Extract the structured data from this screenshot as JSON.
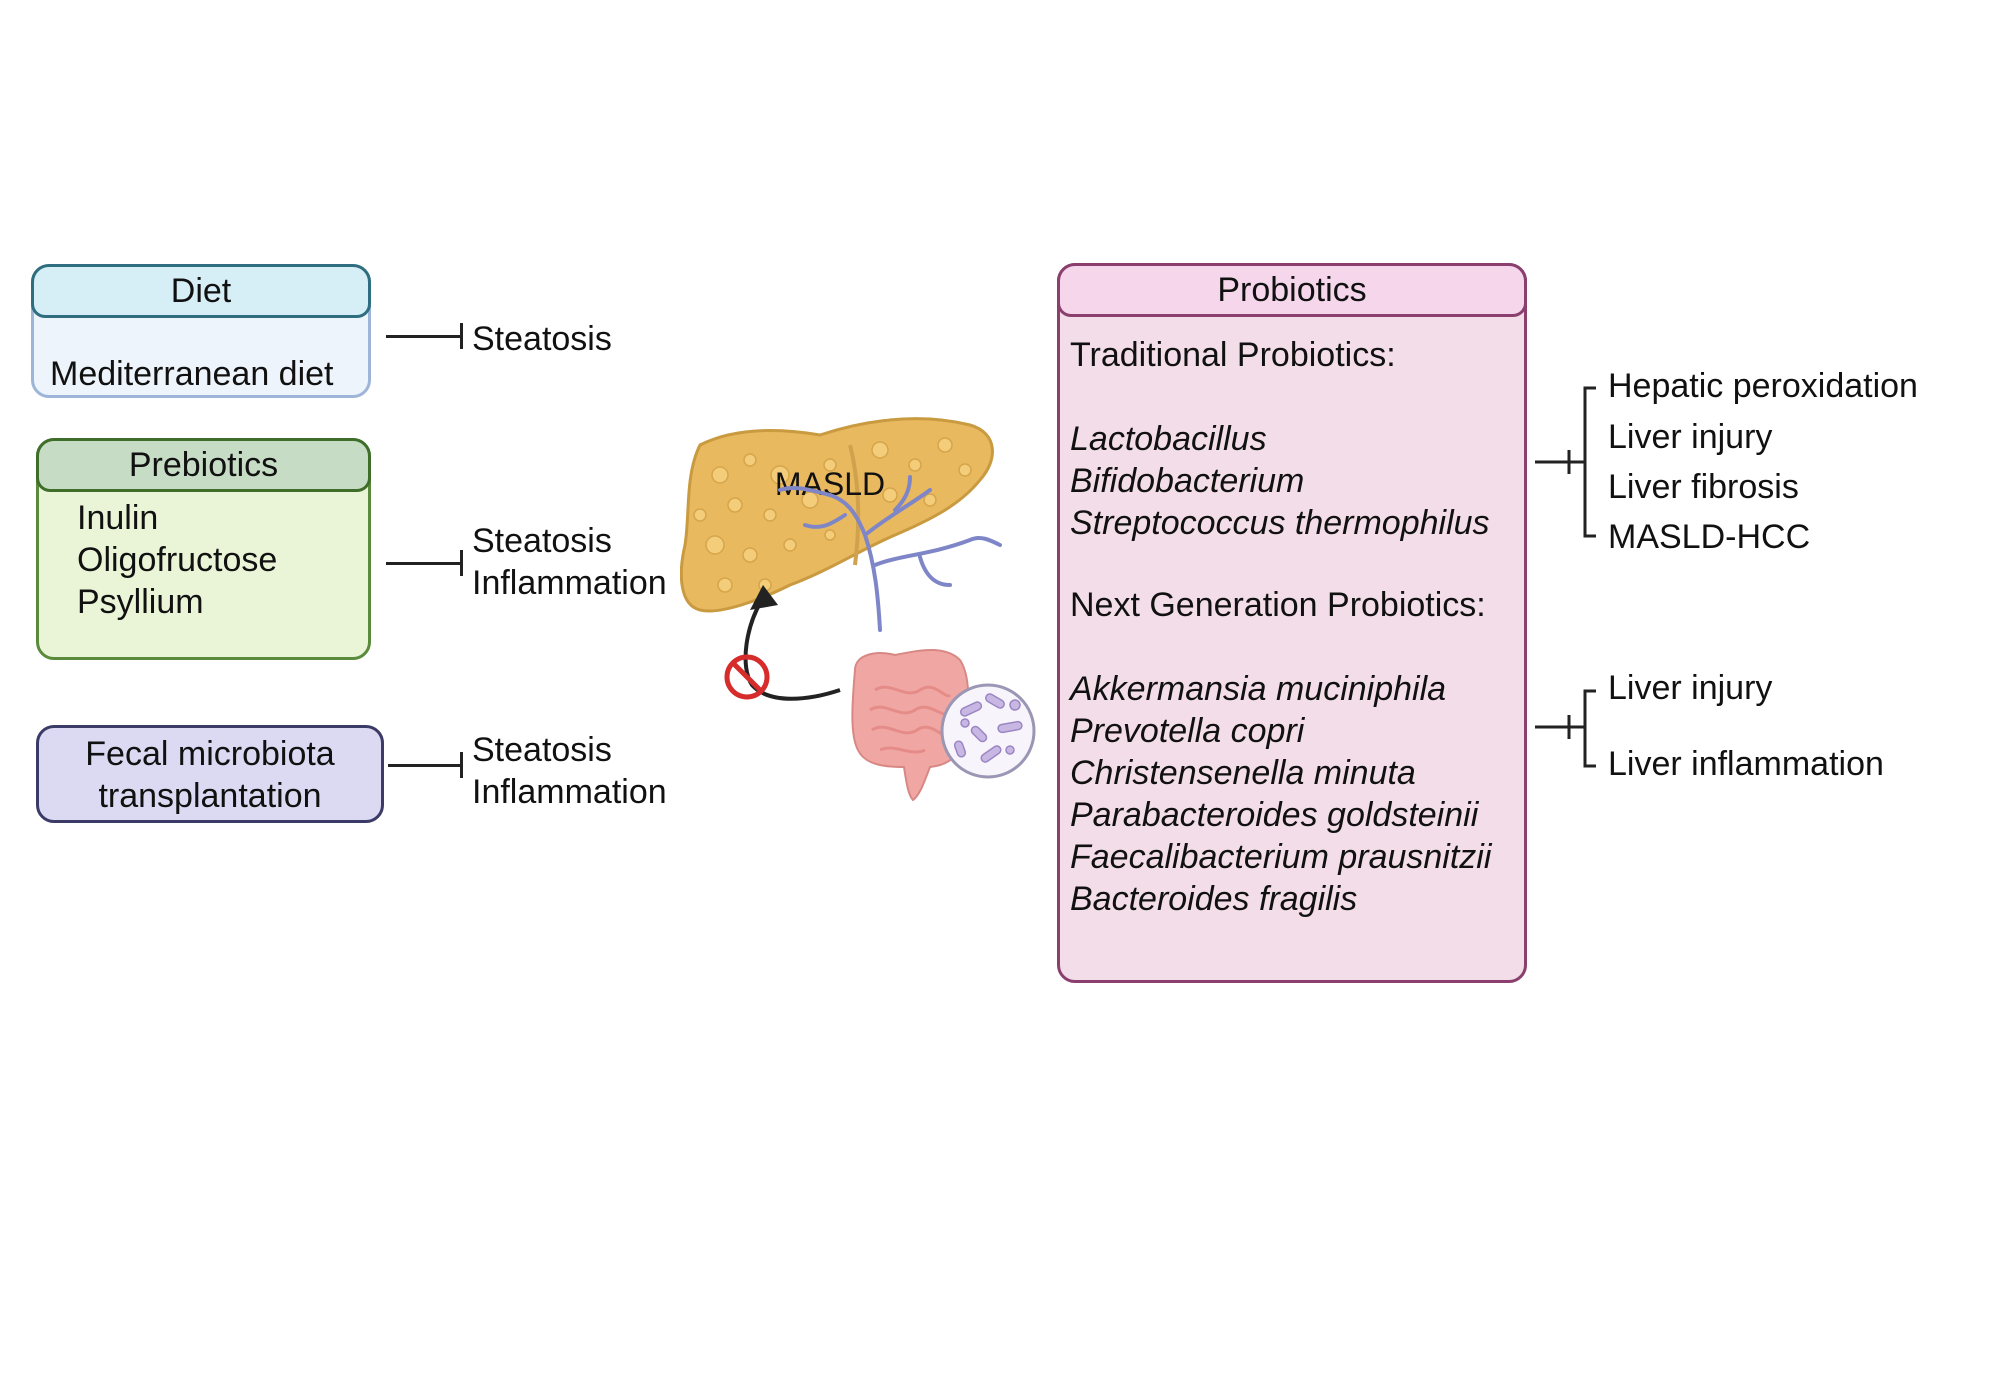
{
  "diet": {
    "title": "Diet",
    "items": [
      "Mediterranean diet"
    ],
    "effects": [
      "Steatosis"
    ]
  },
  "prebiotics": {
    "title": "Prebiotics",
    "items": [
      "Inulin",
      "Oligofructose",
      "Psyllium"
    ],
    "effects": [
      "Steatosis",
      "Inflammation"
    ]
  },
  "fmt": {
    "title_lines": [
      "Fecal microbiota",
      "transplantation"
    ],
    "effects": [
      "Steatosis",
      "Inflammation"
    ]
  },
  "center": {
    "liver_label": "MASLD"
  },
  "probiotics": {
    "title": "Probiotics",
    "traditional_heading": "Traditional Probiotics:",
    "traditional": [
      "Lactobacillus",
      "Bifidobacterium",
      "Streptococcus thermophilus"
    ],
    "next_gen_heading": "Next Generation Probiotics:",
    "next_gen": [
      "Akkermansia muciniphila",
      "Prevotella copri",
      "Christensenella minuta",
      "Parabacteroides goldsteinii",
      "Faecalibacterium prausnitzii",
      "Bacteroides fragilis"
    ]
  },
  "traditional_effects": [
    "Hepatic peroxidation",
    "Liver injury",
    "Liver fibrosis",
    "MASLD-HCC"
  ],
  "next_gen_effects": [
    "Liver injury",
    "Liver inflammation"
  ],
  "colors": {
    "diet_border": "#9db5d8",
    "diet_head": "#d6eef5",
    "diet_head_border": "#2f6e80",
    "diet_fill": "#eef4fb",
    "pre_border": "#5a8a3c",
    "pre_head": "#c6dcc5",
    "pre_head_border": "#3f6e2a",
    "pre_fill": "#eaf5d8",
    "fmt_border": "#3c3a66",
    "fmt_fill": "#dcdaf2",
    "pro_border": "#8a3f6e",
    "pro_head": "#f6d6ea",
    "pro_fill": "#f2dde8",
    "liver": "#e9b95f",
    "gut": "#f0a7a3",
    "vessel": "#7e86c8",
    "block": "#d62c2c"
  }
}
